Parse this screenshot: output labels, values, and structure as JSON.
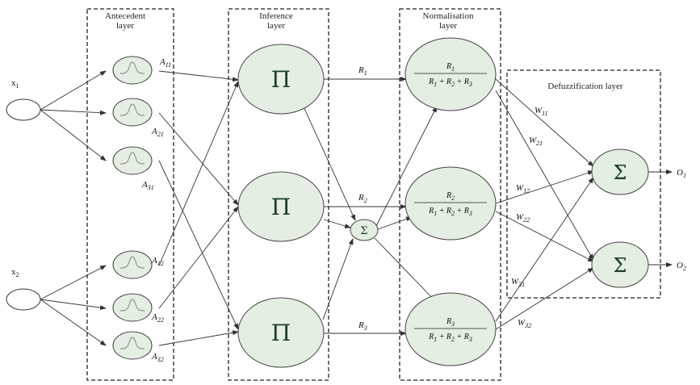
{
  "layers": {
    "antecedent": "Antecedent layer",
    "inference": "Inference layer",
    "normalisation": "Normalisation layer",
    "defuzzification": "Defuzzification layer"
  },
  "inputs": [
    "x1",
    "x2"
  ],
  "membership_labels": [
    "A11",
    "A21",
    "A31",
    "A12",
    "A22",
    "A32"
  ],
  "rule_labels": [
    "R1",
    "R2",
    "R3"
  ],
  "weight_labels": [
    "W11",
    "W21",
    "W12",
    "W22",
    "W31",
    "W32"
  ],
  "outputs": [
    "O1",
    "O2"
  ],
  "symbols": {
    "product": "Π",
    "sum": "Σ"
  },
  "colors": {
    "node_fill": "#e4eee2",
    "node_stroke": "#3a3a3a",
    "edge": "#333333",
    "box_border": "#222222"
  }
}
